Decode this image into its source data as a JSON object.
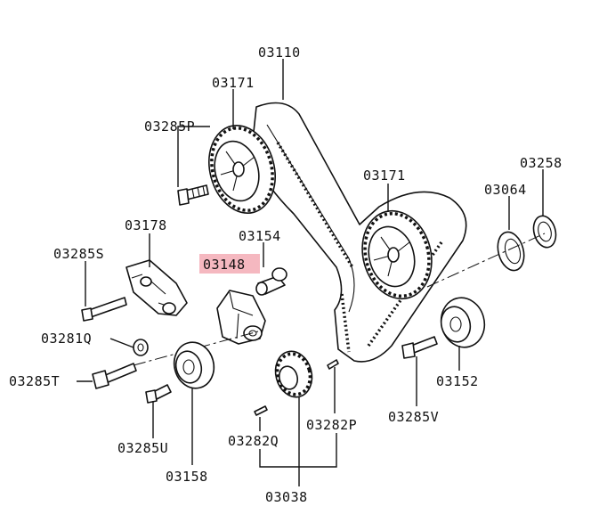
{
  "diagram": {
    "labels": {
      "p03110": "03110",
      "p03171_top": "03171",
      "p03171_right": "03171",
      "p03285P": "03285P",
      "p03258": "03258",
      "p03064": "03064",
      "p03178": "03178",
      "p03154": "03154",
      "p03285S": "03285S",
      "p03148": "03148",
      "p03281Q": "03281Q",
      "p03285T": "03285T",
      "p03285U": "03285U",
      "p03158": "03158",
      "p03152": "03152",
      "p03285V": "03285V",
      "p03282P": "03282P",
      "p03282Q": "03282Q",
      "p03038": "03038"
    },
    "highlighted_part": "03148",
    "colors": {
      "line": "#111111",
      "highlight": "#f5b8c0",
      "background": "#ffffff"
    }
  }
}
